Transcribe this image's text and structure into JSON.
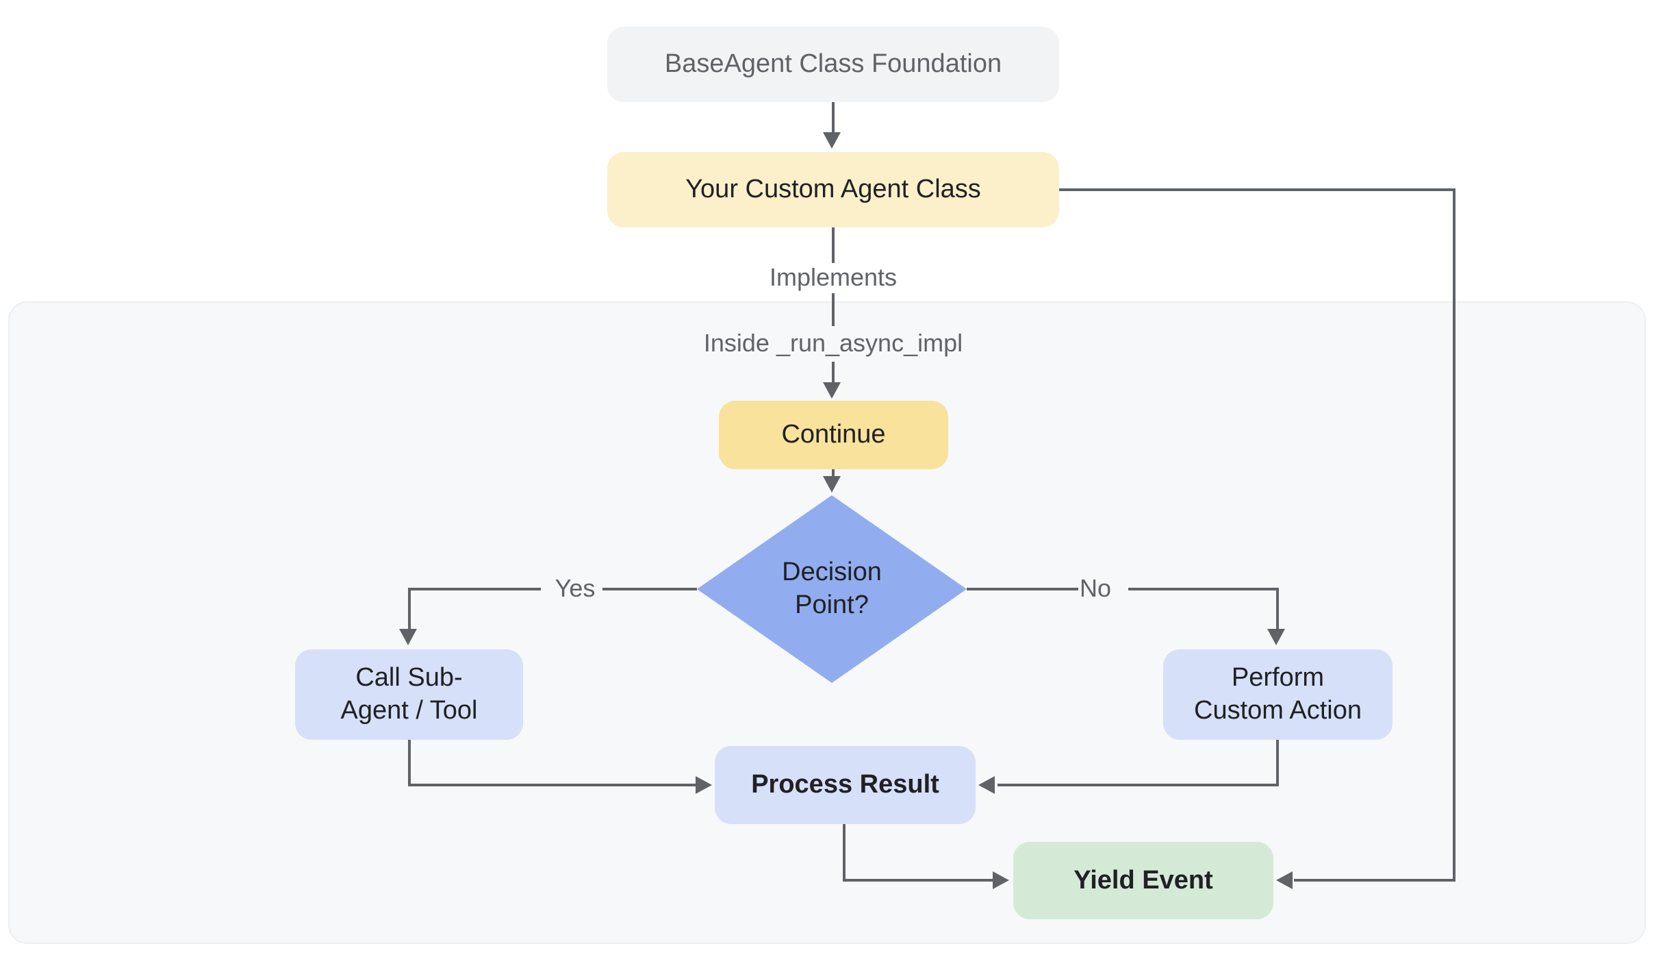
{
  "diagram": {
    "title_hint": "Custom agent class flowchart",
    "nodes": {
      "base_agent": {
        "label": "BaseAgent Class Foundation"
      },
      "custom_agent": {
        "label": "Your Custom Agent Class"
      },
      "continue_step": {
        "label": "Continue"
      },
      "decision": {
        "label": "Decision\nPoint?"
      },
      "call_sub_agent": {
        "label": "Call Sub-\nAgent / Tool"
      },
      "perform_custom": {
        "label": "Perform\nCustom Action"
      },
      "process_result": {
        "label": "Process Result"
      },
      "yield_event": {
        "label": "Yield Event"
      }
    },
    "edge_labels": {
      "implements": "Implements",
      "inside_impl": "Inside _run_async_impl",
      "yes": "Yes",
      "no": "No"
    },
    "edges": [
      {
        "from": "base_agent",
        "to": "custom_agent",
        "label": ""
      },
      {
        "from": "custom_agent",
        "to": "continue_step",
        "label": "Implements / Inside _run_async_impl"
      },
      {
        "from": "continue_step",
        "to": "decision",
        "label": ""
      },
      {
        "from": "decision",
        "to": "call_sub_agent",
        "label": "Yes"
      },
      {
        "from": "decision",
        "to": "perform_custom",
        "label": "No"
      },
      {
        "from": "call_sub_agent",
        "to": "process_result",
        "label": ""
      },
      {
        "from": "perform_custom",
        "to": "process_result",
        "label": ""
      },
      {
        "from": "process_result",
        "to": "yield_event",
        "label": ""
      },
      {
        "from": "custom_agent",
        "to": "yield_event",
        "label": ""
      }
    ],
    "colors": {
      "node_gray_bg": "#f1f3f4",
      "node_pale_yellow_bg": "#fbf0ca",
      "node_gold_bg": "#f9e29b",
      "diamond_blue_bg": "#91adef",
      "node_light_blue_bg": "#d6e0f8",
      "node_green_bg": "#d5e9d7",
      "panel_bg": "#f7f8fa",
      "line_gray": "#5f6368",
      "text_dark": "#202124",
      "text_gray": "#5f6368"
    }
  }
}
